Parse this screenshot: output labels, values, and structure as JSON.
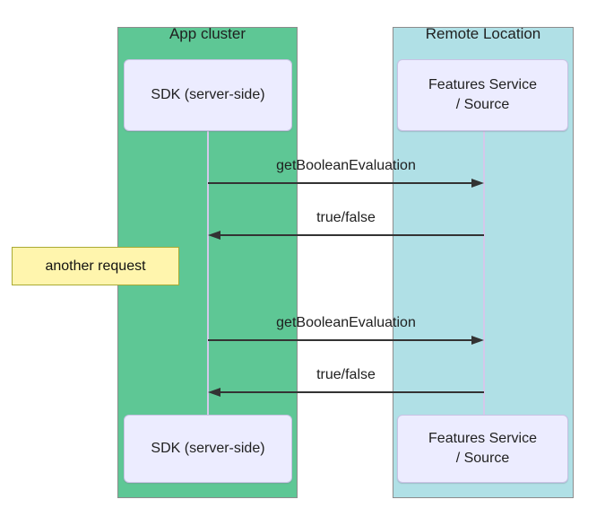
{
  "diagram_type": "sequence-diagram",
  "groups": [
    {
      "label": "App cluster"
    },
    {
      "label": "Remote Location"
    }
  ],
  "participants": {
    "sdk": {
      "label": "SDK (server-side)"
    },
    "features": {
      "line1": "Features Service",
      "line2": "/ Source"
    }
  },
  "messages": [
    {
      "text": "getBooleanEvaluation",
      "direction": "right",
      "from": "SDK (server-side)",
      "to": "Features Service / Source"
    },
    {
      "text": "true/false",
      "direction": "left",
      "from": "Features Service / Source",
      "to": "SDK (server-side)"
    },
    {
      "text": "getBooleanEvaluation",
      "direction": "right",
      "from": "SDK (server-side)",
      "to": "Features Service / Source"
    },
    {
      "text": "true/false",
      "direction": "left",
      "from": "Features Service / Source",
      "to": "SDK (server-side)"
    }
  ],
  "note": {
    "text": "another request"
  },
  "colors": {
    "group-green": "#5EC795",
    "group-blue": "#B0E0E6",
    "group-border": "#8C8C8C",
    "actor-fill": "#ECECFF",
    "actor-border": "#C9C2E4",
    "lifeline": "#D4C8EA",
    "note-fill": "#FFF5AD",
    "note-border": "#AAAA33",
    "arrow": "#333333",
    "text": "#1F1F1F"
  }
}
